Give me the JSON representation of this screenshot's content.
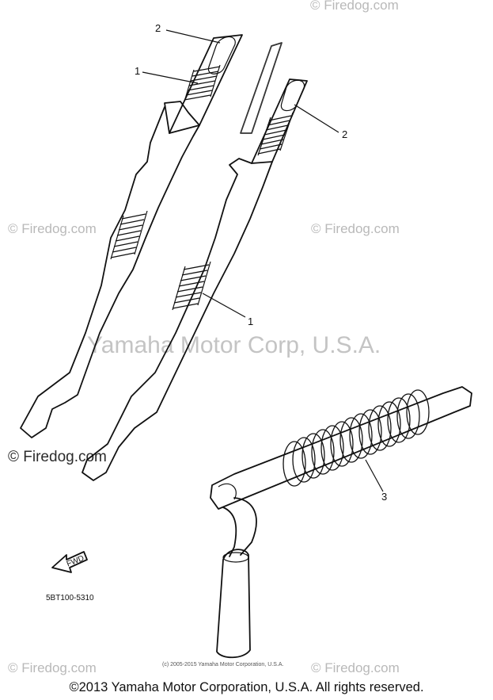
{
  "watermarks": {
    "firedog_top_right": "© Firedog.com",
    "firedog_mid_left": "© Firedog.com",
    "firedog_mid_right": "© Firedog.com",
    "firedog_lower_left": "© Firedog.com",
    "firedog_bottom_left": "© Firedog.com",
    "firedog_bottom_right": "© Firedog.com",
    "yamaha_center": "Yamaha Motor Corp, U.S.A."
  },
  "callouts": {
    "left_cap": "2",
    "left_upper_spring": "1",
    "right_cap": "2",
    "right_lower_spring": "1",
    "kickstand_spring": "3"
  },
  "front_label": "FWD",
  "part_code": "5BT100-5310",
  "footer_small": "(c) 2005-2015 Yamaha Motor Corporation, U.S.A.",
  "copyright": "©2013 Yamaha Motor Corporation, U.S.A. All rights reserved.",
  "colors": {
    "line": "#111111",
    "watermark": "#b9b9b9",
    "background": "#ffffff"
  }
}
